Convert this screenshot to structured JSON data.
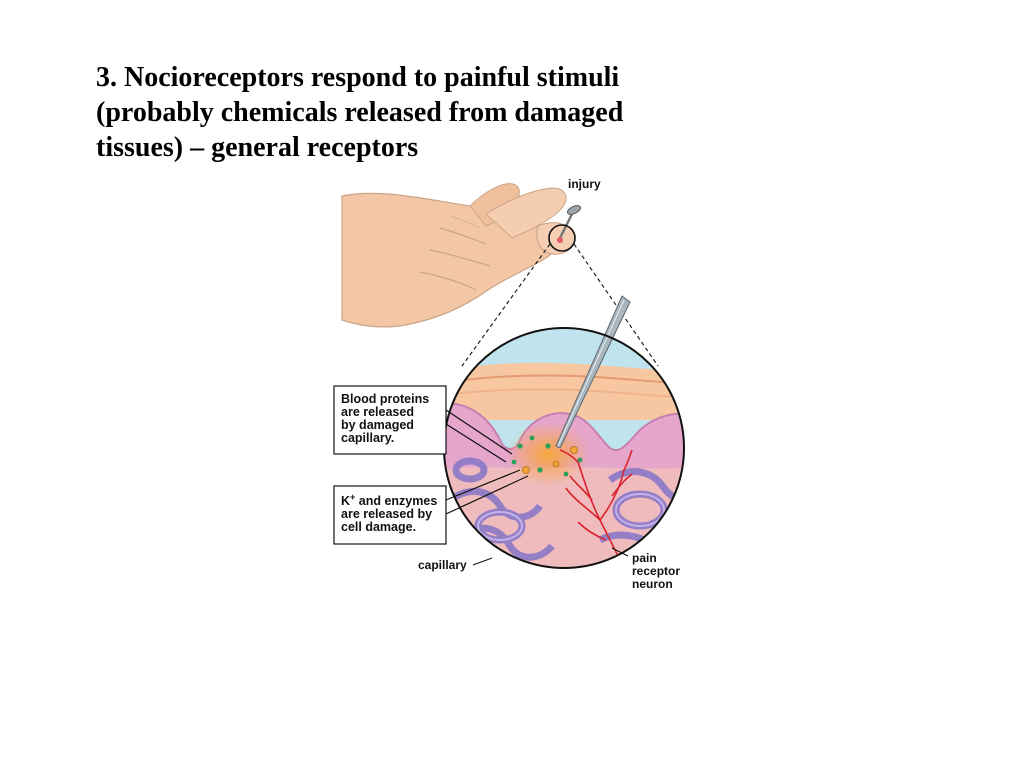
{
  "title": {
    "lines": [
      "3. Nocioreceptors respond to painful stimuli",
      "(probably chemicals released from damaged",
      "tissues) – general receptors"
    ]
  },
  "figure": {
    "labels": {
      "injury": "injury",
      "capillary": "capillary",
      "pain_receptor_neuron": [
        "pain",
        "receptor",
        "neuron"
      ]
    },
    "callouts": {
      "blood_proteins": [
        "Blood proteins",
        "are released",
        "by damaged",
        "capillary."
      ],
      "k_enzymes": {
        "line1_k": "K",
        "line1_sup": "+",
        "line1_rest": " and enzymes",
        "lines": [
          "are released by",
          "cell damage."
        ]
      }
    },
    "colors": {
      "skin_hand": "#f3c7a6",
      "epidermis": "#f6c7a0",
      "dermis": "#e6a6cc",
      "capillary": "#8f7bc7",
      "nerve": "#d9232e",
      "sky": "#bfe4ee"
    }
  }
}
